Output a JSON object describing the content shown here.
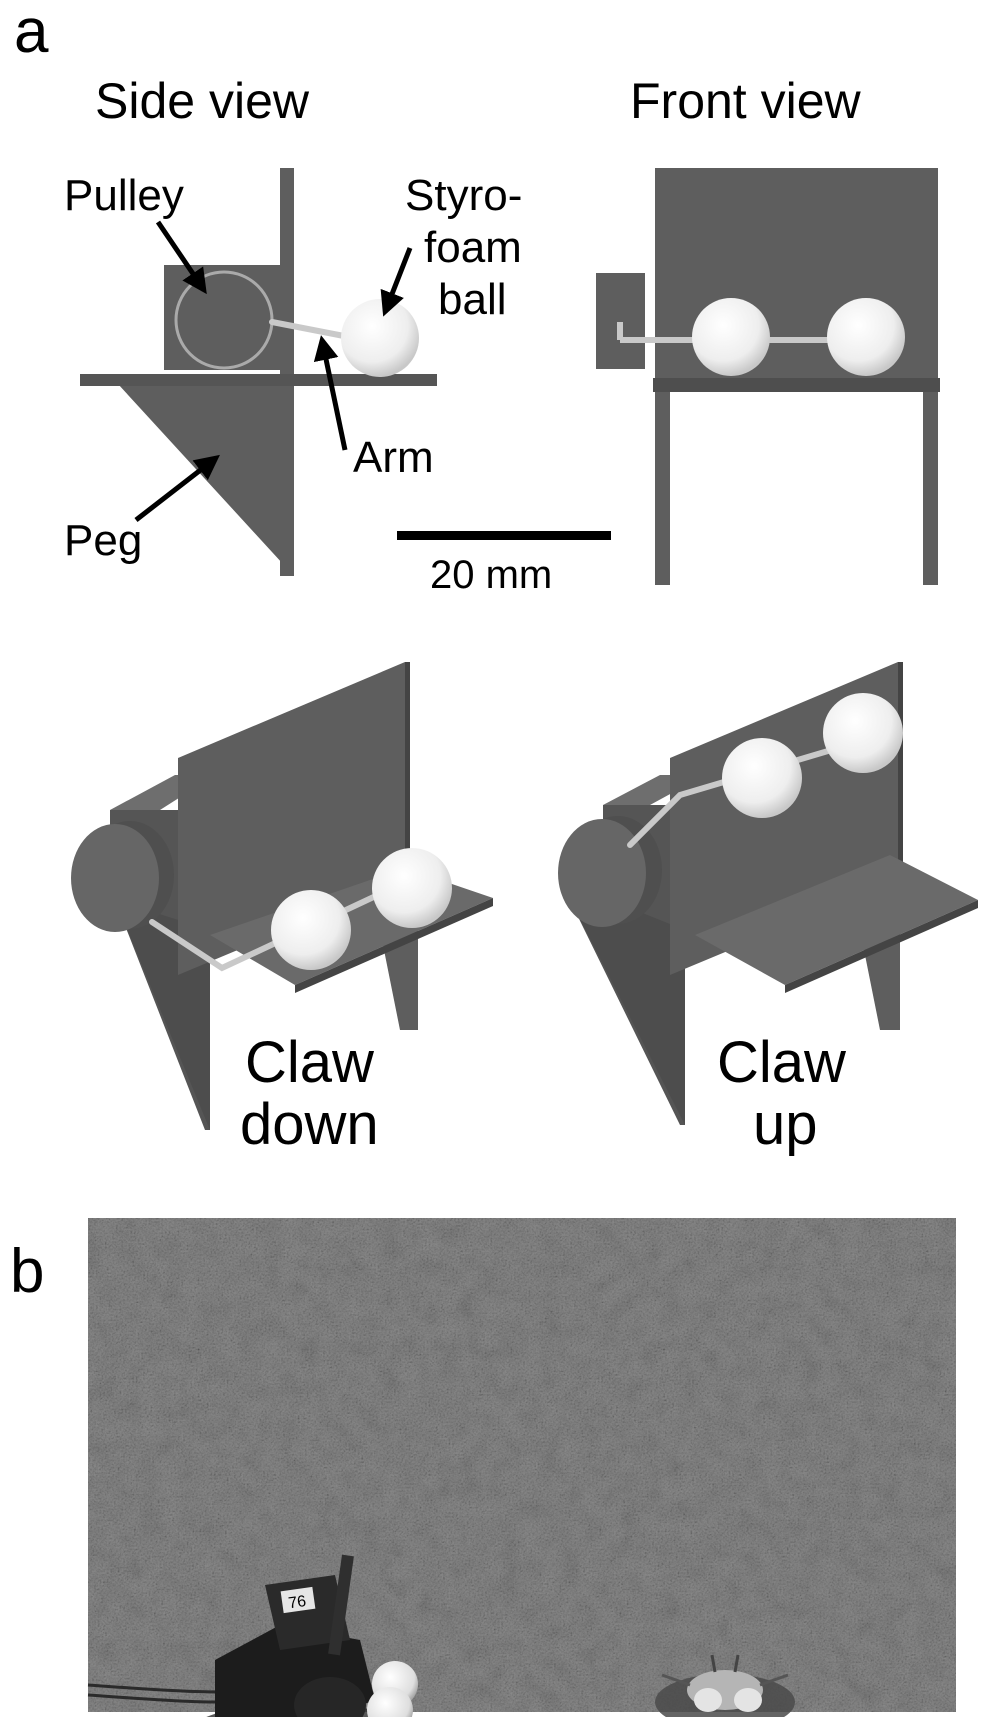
{
  "panel_a": {
    "letter": "a",
    "side_view": {
      "title": "Side view",
      "label_pulley": "Pulley",
      "label_styrofoam_line1": "Styro-",
      "label_styrofoam_line2": "foam",
      "label_styrofoam_line3": "ball",
      "label_arm": "Arm",
      "label_peg": "Peg"
    },
    "front_view": {
      "title": "Front view"
    },
    "scale_bar": {
      "label": "20 mm"
    },
    "claw_down": {
      "line1": "Claw",
      "line2": "down"
    },
    "claw_up": {
      "line1": "Claw",
      "line2": "up"
    }
  },
  "panel_b": {
    "letter": "b",
    "device_tag": "76"
  },
  "colors": {
    "structure": "#5e5e5e",
    "structure_dark": "#4a4a4a",
    "structure_light": "#777777",
    "ball": "#f1f1f1",
    "arm": "#c9c9c9",
    "sand": "#8f8f8f"
  }
}
